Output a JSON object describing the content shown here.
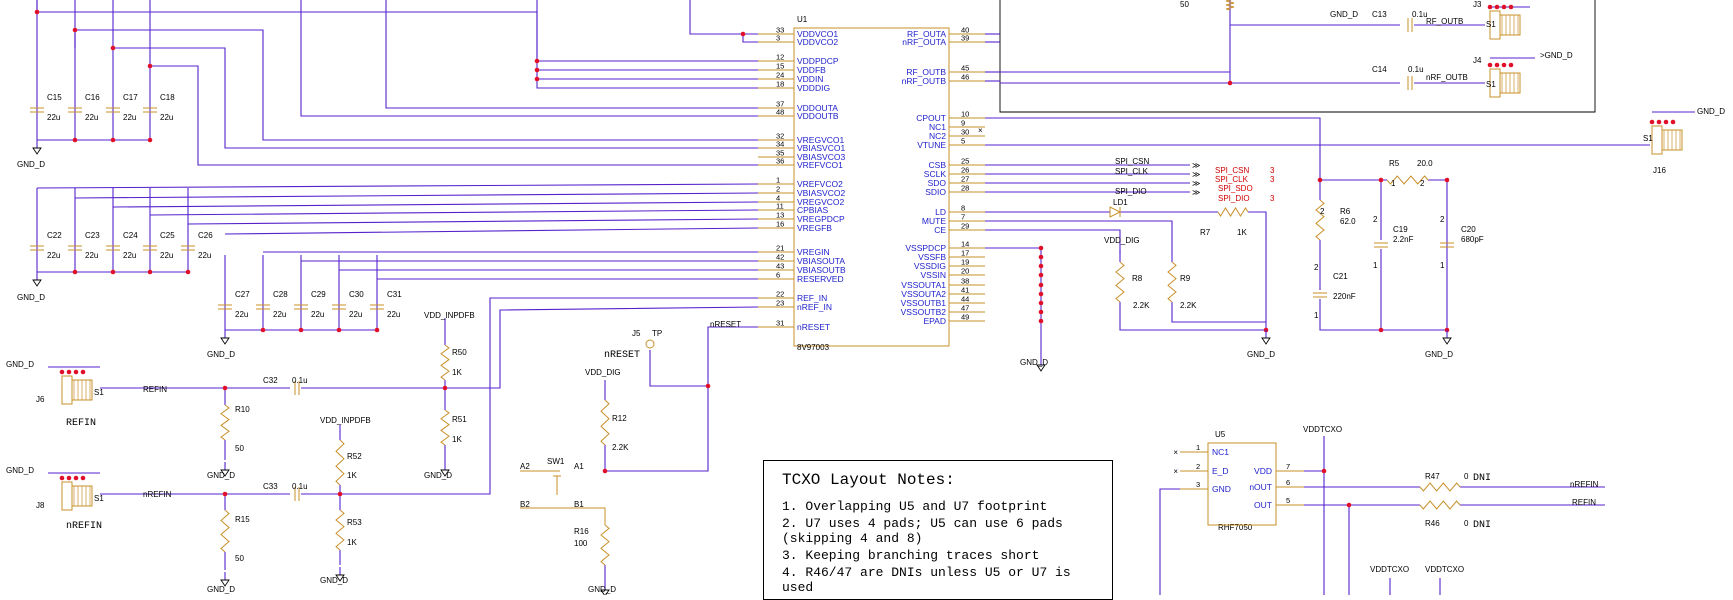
{
  "u1": {
    "ref": "U1",
    "part": "8V97003",
    "left_pins": [
      {
        "num": "33",
        "name": "VDDVCO1"
      },
      {
        "num": "3",
        "name": "VDDVCO2"
      },
      {
        "num": "12",
        "name": "VDDPDCP"
      },
      {
        "num": "15",
        "name": "VDDFB"
      },
      {
        "num": "24",
        "name": "VDDIN"
      },
      {
        "num": "18",
        "name": "VDDDIG"
      },
      {
        "num": "37",
        "name": "VDDOUTA"
      },
      {
        "num": "48",
        "name": "VDDOUTB"
      },
      {
        "num": "32",
        "name": "VREGVCO1"
      },
      {
        "num": "34",
        "name": "VBIASVCO1"
      },
      {
        "num": "35",
        "name": "VBIASVCO3"
      },
      {
        "num": "36",
        "name": "VREFVCO1"
      },
      {
        "num": "1",
        "name": "VREFVCO2"
      },
      {
        "num": "2",
        "name": "VBIASVCO2"
      },
      {
        "num": "4",
        "name": "VREGVCO2"
      },
      {
        "num": "11",
        "name": "CPBIAS"
      },
      {
        "num": "13",
        "name": "VREGPDCP"
      },
      {
        "num": "16",
        "name": "VREGFB"
      },
      {
        "num": "21",
        "name": "VREGIN"
      },
      {
        "num": "42",
        "name": "VBIASOUTA"
      },
      {
        "num": "43",
        "name": "VBIASOUTB"
      },
      {
        "num": "6",
        "name": "RESERVED"
      },
      {
        "num": "22",
        "name": "REF_IN"
      },
      {
        "num": "23",
        "name": "nREF_IN"
      },
      {
        "num": "31",
        "name": "nRESET"
      }
    ],
    "right_pins": [
      {
        "num": "40",
        "name": "RF_OUTA"
      },
      {
        "num": "39",
        "name": "nRF_OUTA"
      },
      {
        "num": "45",
        "name": "RF_OUTB"
      },
      {
        "num": "46",
        "name": "nRF_OUTB"
      },
      {
        "num": "10",
        "name": "CPOUT"
      },
      {
        "num": "9",
        "name": "NC1"
      },
      {
        "num": "30",
        "name": "NC2"
      },
      {
        "num": "5",
        "name": "VTUNE"
      },
      {
        "num": "25",
        "name": "CSB"
      },
      {
        "num": "26",
        "name": "SCLK"
      },
      {
        "num": "27",
        "name": "SDO"
      },
      {
        "num": "28",
        "name": "SDIO"
      },
      {
        "num": "8",
        "name": "LD"
      },
      {
        "num": "7",
        "name": "MUTE"
      },
      {
        "num": "29",
        "name": "CE"
      },
      {
        "num": "14",
        "name": "VSSPDCP"
      },
      {
        "num": "17",
        "name": "VSSFB"
      },
      {
        "num": "19",
        "name": "VSSDIG"
      },
      {
        "num": "20",
        "name": "VSSIN"
      },
      {
        "num": "38",
        "name": "VSSOUTA1"
      },
      {
        "num": "41",
        "name": "VSSOUTA2"
      },
      {
        "num": "44",
        "name": "VSSOUTB1"
      },
      {
        "num": "47",
        "name": "VSSOUTB2"
      },
      {
        "num": "49",
        "name": "EPAD"
      }
    ]
  },
  "caps_row1": [
    {
      "ref": "C15",
      "val": "22u"
    },
    {
      "ref": "C16",
      "val": "22u"
    },
    {
      "ref": "C17",
      "val": "22u"
    },
    {
      "ref": "C18",
      "val": "22u"
    }
  ],
  "caps_row2": [
    {
      "ref": "C22",
      "val": "22u"
    },
    {
      "ref": "C23",
      "val": "22u"
    },
    {
      "ref": "C24",
      "val": "22u"
    },
    {
      "ref": "C25",
      "val": "22u"
    },
    {
      "ref": "C26",
      "val": "22u"
    }
  ],
  "caps_row3": [
    {
      "ref": "C27",
      "val": "22u"
    },
    {
      "ref": "C28",
      "val": "22u"
    },
    {
      "ref": "C29",
      "val": "22u"
    },
    {
      "ref": "C30",
      "val": "22u"
    },
    {
      "ref": "C31",
      "val": "22u"
    }
  ],
  "gnd": "GND_D",
  "spi": {
    "nets": [
      "SPI_CSN",
      "SPI_CLK",
      "SPI_SDO",
      "SPI_DIO"
    ],
    "ports": [
      "SPI_CSN",
      "SPI_CLK",
      "SPI_SDO",
      "SPI_DIO"
    ],
    "sheet_refs": [
      "3",
      "3",
      "",
      "3"
    ]
  },
  "loop": {
    "r5": {
      "ref": "R5",
      "val": "20.0",
      "p1": "1",
      "p2": "2"
    },
    "r6": {
      "ref": "R6",
      "val": "62.0",
      "p1": "2",
      "p2": "1"
    },
    "c19": {
      "ref": "C19",
      "val": "2.2nF",
      "p1": "2",
      "p2": "1"
    },
    "c20": {
      "ref": "C20",
      "val": "680pF",
      "p1": "2",
      "p2": "1"
    },
    "c21": {
      "ref": "C21",
      "val": "220nF",
      "p1": "2",
      "p2": "1"
    }
  },
  "ld": {
    "led": "LD1",
    "r7": "R7",
    "r7_val": "1K"
  },
  "pullups": {
    "vdd": "VDD_DIG",
    "r8": "R8",
    "r8_val": "2.2K",
    "r9": "R9",
    "r9_val": "2.2K"
  },
  "refin": {
    "j6": "J6",
    "refin_net": "REFIN",
    "refin_label": "REFIN",
    "c32": "C32",
    "c32_val": "0.1u",
    "r10": "R10",
    "r10_val": "50",
    "j8": "J8",
    "nrefin_net": "nREFIN",
    "nrefin_label": "nREFIN",
    "c33": "C33",
    "c33_val": "0.1u",
    "r15": "R15",
    "r15_val": "50",
    "j_pin": "S1"
  },
  "bias": {
    "vdd1": "VDD_INPDFB",
    "r50": "R50",
    "r50_val": "1K",
    "r51": "R51",
    "r51_val": "1K",
    "vdd2": "VDD_INPDFB",
    "r52": "R52",
    "r52_val": "1K",
    "r53": "R53",
    "r53_val": "1K"
  },
  "reset": {
    "tp": "J5",
    "tp_label": "TP",
    "nreset_label": "nRESET",
    "net": "nRESET",
    "vdd": "VDD_DIG",
    "r12": "R12",
    "r12_val": "2.2K",
    "sw": "SW1",
    "a2": "A2",
    "a1": "A1",
    "b2": "B2",
    "b1": "B1",
    "r16": "R16",
    "r16_val": "100"
  },
  "rfout": {
    "r_val": "50",
    "j3": "J3",
    "c13": "C13",
    "c13_val": "0.1u",
    "net_b": "RF_OUTB",
    "j4": "J4",
    "c14": "C14",
    "c14_val": "0.1u",
    "net_nb": "nRF_OUTB",
    "s1": "S1",
    "gnd_j3": "GND_D",
    "gnd_j4": ">GND_D"
  },
  "j16": {
    "ref": "J16",
    "s1": "S1",
    "gnd": "GND_D"
  },
  "tcxo": {
    "u5": "U5",
    "part": "RHF7050",
    "vcc": "VDDTCXO",
    "left_pins": [
      {
        "num": "1",
        "name": "NC1"
      },
      {
        "num": "2",
        "name": "E_D"
      },
      {
        "num": "3",
        "name": "GND"
      }
    ],
    "right_pins": [
      {
        "num": "7",
        "name": "VDD"
      },
      {
        "num": "6",
        "name": "nOUT"
      },
      {
        "num": "5",
        "name": "OUT"
      }
    ],
    "r47": "R47",
    "r47_val": "0",
    "r47_dni": "DNI",
    "r46": "R46",
    "r46_val": "0",
    "r46_dni": "DNI",
    "nrefin": "nREFIN",
    "refin": "REFIN",
    "vcc2": "VDDTCXO",
    "vcc3": "VDDTCXO"
  },
  "notes": {
    "title": "TCXO Layout Notes:",
    "lines": [
      "1. Overlapping U5 and U7 footprint",
      "2. U7 uses 4 pads; U5 can use 6 pads (skipping 4 and 8)",
      "3. Keeping branching traces short",
      "4. R46/47 are DNIs unless U5 or U7 is used"
    ]
  }
}
